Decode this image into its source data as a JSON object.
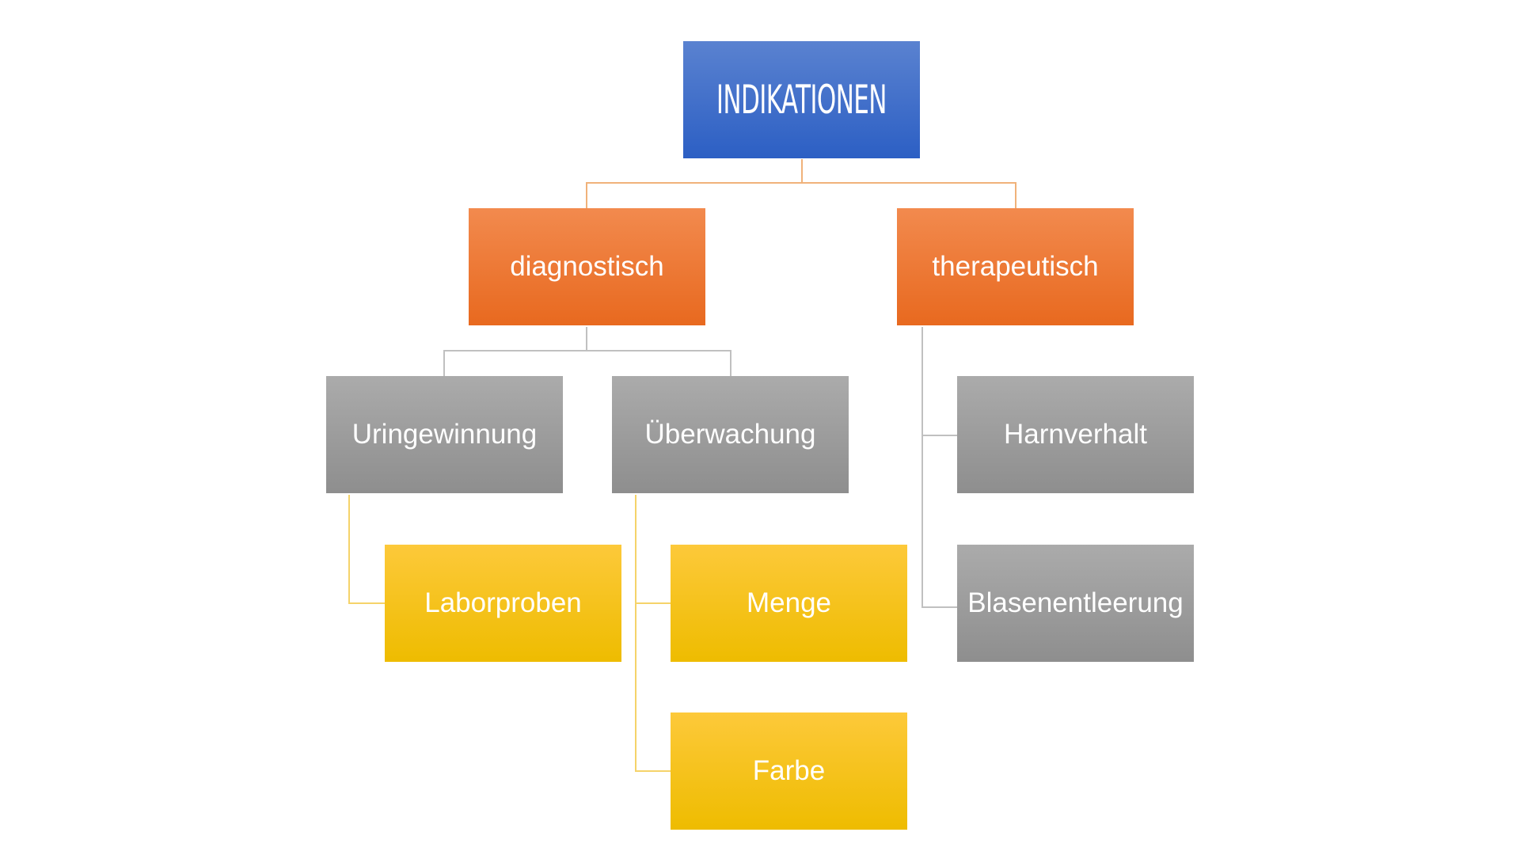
{
  "root": {
    "label": "INDIKATIONEN",
    "color": "#3366cc"
  },
  "branches": {
    "diagnostisch": {
      "label": "diagnostisch",
      "color": "#ed7d31"
    },
    "therapeutisch": {
      "label": "therapeutisch",
      "color": "#ed7d31"
    }
  },
  "level2": {
    "uringewinnung": {
      "label": "Uringewinnung",
      "color": "#a5a5a5"
    },
    "ueberwachung": {
      "label": "Überwachung",
      "color": "#a5a5a5"
    },
    "harnverhalt": {
      "label": "Harnverhalt",
      "color": "#a5a5a5"
    },
    "blasenentleerung": {
      "label": "Blasenentleerung",
      "color": "#a5a5a5"
    }
  },
  "level3": {
    "laborproben": {
      "label": "Laborproben",
      "color": "#ffc000"
    },
    "menge": {
      "label": "Menge",
      "color": "#ffc000"
    },
    "farbe": {
      "label": "Farbe",
      "color": "#ffc000"
    }
  }
}
